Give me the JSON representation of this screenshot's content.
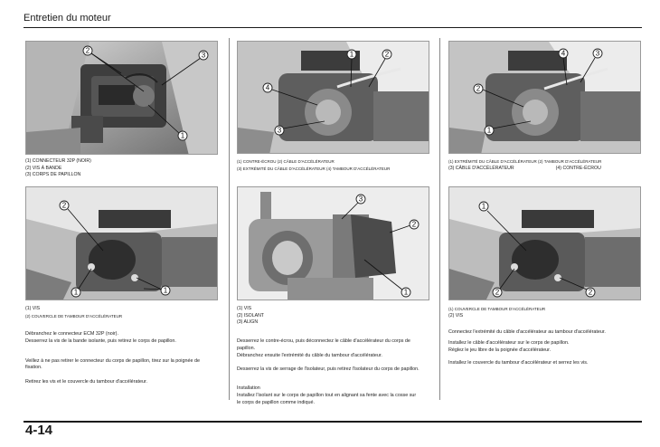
{
  "header": {
    "title": "Entretien du moteur"
  },
  "footer": {
    "page_number": "4-14"
  },
  "photos": [
    {
      "callouts": [
        "1",
        "2",
        "3"
      ]
    },
    {
      "callouts": [
        "1",
        "2",
        "3",
        "4"
      ]
    },
    {
      "callouts": [
        "1",
        "2",
        "3",
        "4"
      ]
    },
    {
      "callouts": [
        "1",
        "2"
      ]
    },
    {
      "callouts": [
        "1",
        "2",
        "3"
      ]
    },
    {
      "callouts": [
        "1",
        "2",
        "2"
      ]
    }
  ],
  "captions": {
    "c1": [
      "(1) CONNECTEUR 32P (NOIR)",
      "(2) VIS À BANDE",
      "(3) CORPS DE PAPILLON"
    ],
    "c2": [
      "(1) CONTRE-ÉCROU (2) CÂBLE D'ACCÉLÉRATEUR",
      "(3) EXTRÉMITÉ DU CÂBLE D'ACCÉLÉRATEUR (4) TAMBOUR D'ACCÉLÉRATEUR"
    ],
    "c3": [
      "(1) EXTRÉMITÉ DU CÂBLE D'ACCÉLÉRATEUR (2) TAMBOUR D'ACCÉLÉRATEUR",
      "(3) CÂBLE D'ACCÉLÉRATEUR",
      "(4) CONTRE-ÉCROU"
    ],
    "c4": [
      "(1) VIS",
      "(2) COUVERCLE DE TAMBOUR D'ACCÉLÉRATEUR"
    ],
    "c5": [
      "(1) VIS",
      "(2) ISOLANT",
      "(3) ALIGN"
    ],
    "c6": [
      "(1) COUVERCLE DE TAMBOUR D'ACCÉLÉRATEUR",
      "(2) VIS"
    ]
  },
  "text": {
    "col1": {
      "p1": "Débranchez le connecteur ECM 32P (noir).",
      "p2": "Desserrez la vis de la bande isolante, puis retirez le corps de papillon.",
      "p3a": "Veillez à ne pas retirer le connecteur du corps de papillon, tirez sur la poignée de",
      "p3b": "fixation.",
      "p4": "Retirez les vis et le couvercle du tambour d'accélérateur."
    },
    "col2": {
      "p1a": "Desserrez le contre-écrou, puis déconnectez le câble d'accélérateur du corps de",
      "p1b": "papillon.",
      "p2": "Débranchez ensuite l'extrémité du câble du tambour d'accélérateur.",
      "p3": "Desserrez la vis de serrage de l'isolateur, puis retirez l'isolateur du corps de papillon.",
      "p4": "Installation",
      "p5a": "Installez l'isolant sur le corps de papillon tout en alignant sa fente avec la cosse sur",
      "p5b": "le corps de papillon comme indiqué."
    },
    "col3": {
      "p1": "Connectez l'extrémité du câble d'accélérateur au tambour d'accélérateur.",
      "p2": "Installez le câble d'accélérateur sur le corps de papillon.",
      "p3": "Réglez le jeu libre de la poignée d'accélérateur.",
      "p4": "Installez le couvercle du tambour d'accélérateur et serrez les vis."
    }
  }
}
